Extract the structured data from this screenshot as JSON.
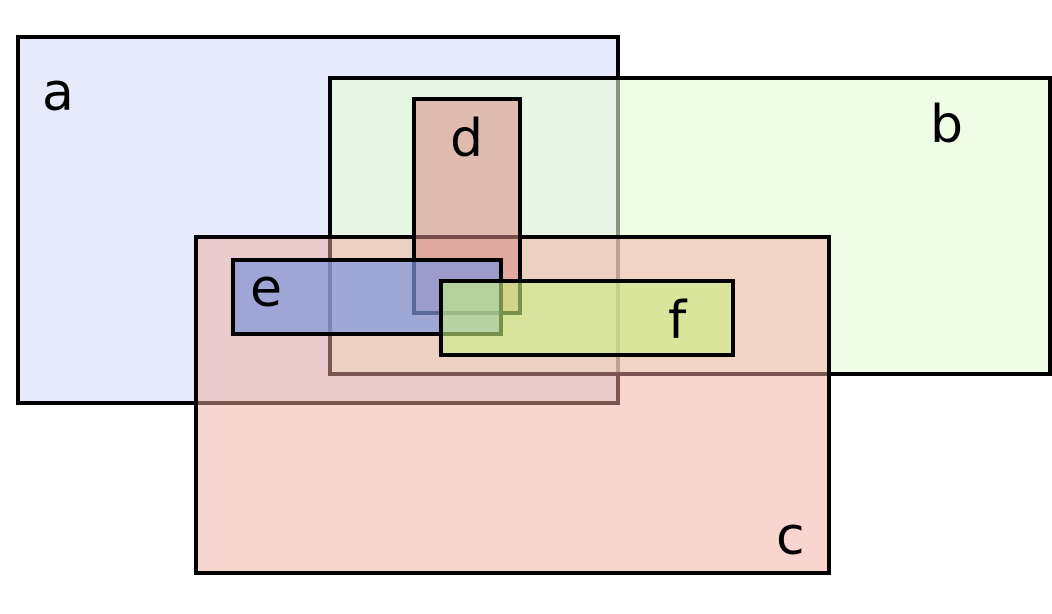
{
  "diagram": {
    "sets": [
      {
        "id": "a",
        "label": "a",
        "fill": "#d6dcf9"
      },
      {
        "id": "b",
        "label": "b",
        "fill": "#e6fbd6"
      },
      {
        "id": "c",
        "label": "c",
        "fill": "#f2aca0"
      },
      {
        "id": "d",
        "label": "d",
        "fill": "#d98b85"
      },
      {
        "id": "e",
        "label": "e",
        "fill": "#7f96dc"
      },
      {
        "id": "f",
        "label": "f",
        "fill": "#c9f07f"
      }
    ]
  }
}
